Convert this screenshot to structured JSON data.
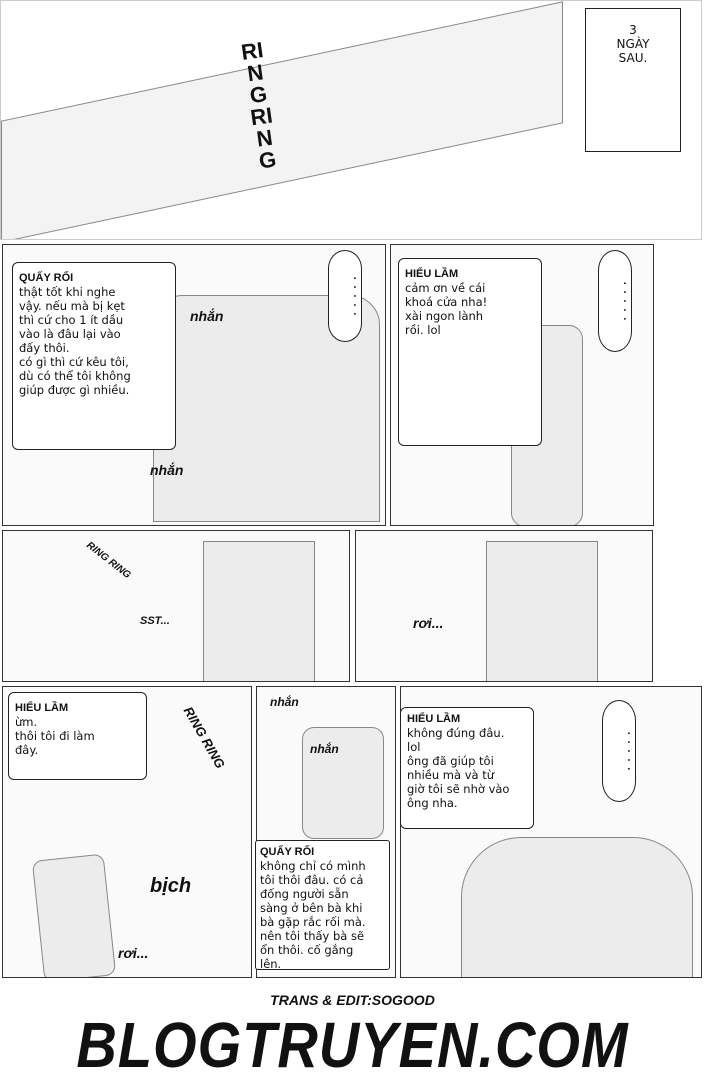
{
  "caption_top": "3\nNGÀY\nSAU.",
  "sfx": {
    "ring_top": "RINGRING",
    "nhan_1": "nhắn",
    "nhan_2": "nhắn",
    "ring_small": "RING RING",
    "sst": "SST...",
    "roi_1": "rơi...",
    "ring_bottom": "RING RING",
    "nhan_3": "nhắn",
    "nhan_4": "nhắn",
    "bich": "bịch",
    "roi_2": "rơi..."
  },
  "ellipsis": "· · · · ·",
  "messages": [
    {
      "sender": "QUẤY RỐI",
      "text": "thật tốt khi nghe\nvậy. nếu mà bị kẹt\nthì cứ cho 1 ít dầu\nvào là đâu lại vào\nđấy thôi.\ncó gì thì cứ kêu tôi,\ndù có thể tôi không\ngiúp được gì nhiều."
    },
    {
      "sender": "HIỂU LẦM",
      "text": "cảm ơn về cái\nkhoá cửa nha!\nxài ngon lành\nrồi. lol"
    },
    {
      "sender": "HIỂU LẦM",
      "text": "ừm.\nthôi tôi đi làm\nđây."
    },
    {
      "sender": "HIỂU LẦM",
      "text": "không đúng đâu.\nlol\nông đã giúp tôi\nnhiều mà và từ\ngiờ tôi sẽ nhờ vào\nông nha."
    },
    {
      "sender": "QUẤY RỐI",
      "text": "không chỉ có mình\ntôi thôi đâu. có cả\nđống người sẵn\nsàng ở bên bà khi\nbà gặp rắc rối mà.\nnên tôi thấy bà sẽ\nổn thôi. cố gắng\nlên."
    }
  ],
  "footer": {
    "credit": "TRANS & EDIT:SOGOOD",
    "site": "BLOGTRUYEN.COM"
  }
}
